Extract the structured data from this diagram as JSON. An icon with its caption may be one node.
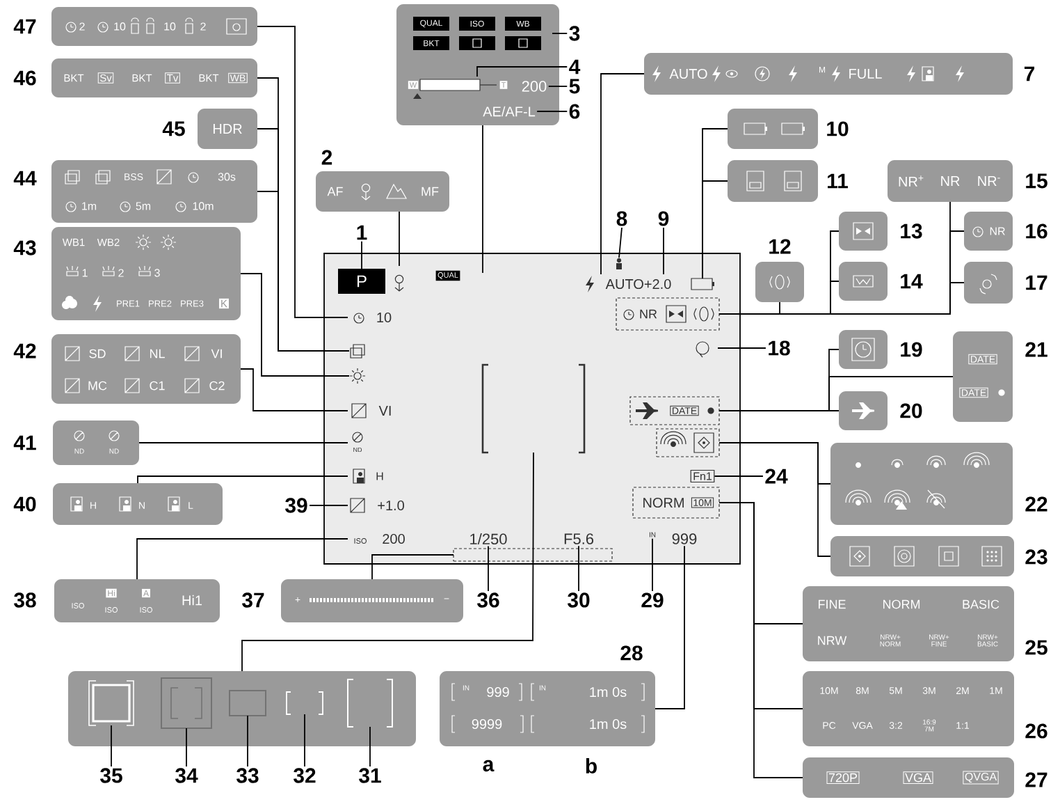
{
  "diagram": {
    "nodes": [
      {
        "text": [
          "2",
          "10",
          "10",
          "2"
        ],
        "beside": [
          "47"
        ]
      },
      {
        "text": [
          "BKT",
          "Sv",
          "BKT",
          "Tv",
          "BKT",
          "WB"
        ],
        "beside": [
          "46"
        ]
      },
      {
        "text": [
          "HDR"
        ],
        "beside": [
          "45"
        ]
      },
      {
        "text": [
          "BSS",
          "30s",
          "1m",
          "5m",
          "10m"
        ],
        "beside": [
          "44"
        ]
      },
      {
        "text": [
          "WB1",
          "WB2",
          "1",
          "2",
          "3",
          "PRE1",
          "PRE2",
          "PRE3",
          "K"
        ],
        "beside": [
          "43"
        ]
      },
      {
        "text": [
          "SD",
          "NL",
          "VI",
          "MC",
          "C1",
          "C2"
        ],
        "beside": [
          "42"
        ]
      },
      {
        "text": [
          "ND",
          "ND"
        ],
        "beside": [
          "41"
        ]
      },
      {
        "text": [
          "H",
          "N",
          "L"
        ],
        "beside": [
          "40"
        ]
      },
      {
        "text": [
          "39"
        ]
      },
      {
        "text": [
          "ISO",
          "Hi",
          "ISO",
          "A",
          "ISO",
          "Hi1"
        ],
        "beside": [
          "38"
        ]
      },
      {
        "text": [
          "+",
          "−"
        ],
        "beside": [
          "37"
        ]
      },
      {
        "text": [
          "AF",
          "MF"
        ],
        "beside": [
          "2"
        ]
      },
      {
        "text": [
          "1"
        ]
      },
      {
        "text": [],
        "shape": "box"
      },
      {
        "text": [
          "QUAL",
          "ISO",
          "WB",
          "BKT"
        ],
        "in": 13
      },
      {
        "text": [
          "W",
          "T"
        ],
        "in": 13
      },
      {
        "text": [
          "200"
        ],
        "in": 13
      },
      {
        "text": [
          "AE/AF-L"
        ],
        "in": 13
      },
      {
        "text": [
          "3"
        ]
      },
      {
        "text": [
          "4"
        ]
      },
      {
        "text": [
          "5"
        ]
      },
      {
        "text": [
          "6"
        ]
      },
      {
        "text": [
          "AUTO",
          "M",
          "FULL"
        ],
        "beside": [
          "7"
        ]
      },
      {
        "text": [
          "8"
        ]
      },
      {
        "text": [
          "9"
        ]
      },
      {
        "text": [],
        "shape": "box",
        "beside": [
          "10"
        ]
      },
      {
        "text": [],
        "shape": "box",
        "beside": [
          "11"
        ]
      },
      {
        "text": [],
        "shape": "box",
        "beside": [
          "12"
        ]
      },
      {
        "text": [],
        "shape": "box",
        "beside": [
          "13"
        ]
      },
      {
        "text": [],
        "shape": "box",
        "beside": [
          "14"
        ]
      },
      {
        "text": [
          "NR$^{+}$",
          "NR",
          "NR$^{-}$"
        ],
        "beside": [
          "15"
        ]
      },
      {
        "text": [
          "NR"
        ],
        "beside": [
          "16"
        ]
      },
      {
        "text": [],
        "shape": "box",
        "beside": [
          "17"
        ]
      },
      {
        "text": [
          "18"
        ]
      },
      {
        "text": [],
        "shape": "box",
        "beside": [
          "19"
        ]
      },
      {
        "text": [],
        "shape": "box",
        "beside": [
          "20"
        ]
      },
      {
        "text": [
          "DATE",
          "DATE"
        ],
        "beside": [
          "21"
        ]
      },
      {
        "text": [],
        "shape": "box",
        "beside": [
          "22"
        ]
      },
      {
        "text": [],
        "shape": "box",
        "beside": [
          "23"
        ]
      },
      {
        "text": [
          "24"
        ]
      },
      {
        "text": [
          "FINE",
          "NORM",
          "BASIC",
          "NRW",
          "NRW+ NORM",
          "NRW+ FINE",
          "NRW+ BASIC"
        ],
        "beside": [
          "25"
        ]
      },
      {
        "text": [
          "10M",
          "8M",
          "5M",
          "3M",
          "2M",
          "1M",
          "PC",
          "VGA",
          "3:2",
          "16:9 7M",
          "1:1"
        ],
        "beside": [
          "26"
        ]
      },
      {
        "text": [
          "720P",
          "VGA",
          "QVGA"
        ],
        "beside": [
          "27"
        ]
      },
      {
        "text": [
          "IN",
          "999",
          "IN",
          "1m 0s",
          "9999",
          "1m 0s"
        ],
        "beside": [
          "28",
          "a",
          "b"
        ]
      },
      {
        "text": [
          "29"
        ]
      },
      {
        "text": [
          "30"
        ]
      },
      {
        "text": [
          "36"
        ]
      },
      {
        "text": [],
        "shape": "box"
      },
      {
        "text": [],
        "shape": "box",
        "in": 47
      },
      {
        "text": [],
        "shape": "box",
        "in": 47
      },
      {
        "text": [],
        "shape": "box",
        "in": 47
      },
      {
        "text": [],
        "shape": "box",
        "in": 47
      },
      {
        "text": [],
        "shape": "box",
        "in": 47
      },
      {
        "text": [
          "35"
        ]
      },
      {
        "text": [
          "34"
        ]
      },
      {
        "text": [
          "33"
        ]
      },
      {
        "text": [
          "32"
        ]
      },
      {
        "text": [
          "31"
        ]
      },
      {
        "text": [],
        "shape": "box"
      },
      {
        "text": [
          "P"
        ],
        "in": 58
      },
      {
        "text": [],
        "shape": "flower",
        "in": 58
      },
      {
        "text": [
          "10"
        ],
        "in": 58
      },
      {
        "text": [],
        "shape": "box",
        "in": 58
      },
      {
        "text": [],
        "shape": "sun",
        "in": 58
      },
      {
        "text": [
          "VI"
        ],
        "in": 58
      },
      {
        "text": [
          "ND"
        ],
        "in": 58
      },
      {
        "text": [
          "H"
        ],
        "in": 58
      },
      {
        "text": [
          "+1.0"
        ],
        "in": 58
      },
      {
        "text": [
          "ISO",
          "200"
        ],
        "in": 58
      },
      {
        "text": [
          "1/250"
        ],
        "in": 58
      },
      {
        "text": [
          "F5.6"
        ],
        "in": 58
      },
      {
        "text": [],
        "shape": "box",
        "in": 58
      },
      {
        "text": [
          "IN"
        ],
        "in": 58
      },
      {
        "text": [
          "999"
        ],
        "in": 58
      },
      {
        "text": [],
        "shape": "bracket",
        "in": 58
      },
      {
        "text": [],
        "shape": "box",
        "in": 58
      },
      {
        "text": [
          "AUTO+2.0"
        ],
        "in": 58
      },
      {
        "text": [],
        "shape": "battery",
        "in": 58
      },
      {
        "text": [
          "NR"
        ],
        "in": 58
      },
      {
        "text": [],
        "shape": "box",
        "in": 58
      },
      {
        "text": [
          "DATE"
        ],
        "in": 58
      },
      {
        "text": [],
        "shape": "box",
        "in": 58
      },
      {
        "text": [
          "Fn1"
        ],
        "in": 58
      },
      {
        "text": [
          "NORM",
          "10M"
        ],
        "in": 58
      }
    ],
    "edges": [
      {
        "from": 0,
        "to": 61,
        "arrow": "none"
      },
      {
        "from": 1,
        "to": 62,
        "arrow": "none"
      },
      {
        "from": 2,
        "to": 62,
        "arrow": "none"
      },
      {
        "from": 3,
        "to": 62,
        "arrow": "none"
      },
      {
        "from": 4,
        "to": 63,
        "arrow": "none"
      },
      {
        "from": 5,
        "to": 64,
        "arrow": "none"
      },
      {
        "from": 6,
        "to": 65,
        "arrow": "none"
      },
      {
        "from": 7,
        "to": 66,
        "arrow": "none"
      },
      {
        "from": 8,
        "to": 67,
        "arrow": "none"
      },
      {
        "from": 9,
        "to": 68,
        "arrow": "none"
      },
      {
        "from": 10,
        "to": 71,
        "arrow": "none"
      },
      {
        "from": 11,
        "to": 60,
        "arrow": "none"
      },
      {
        "from": 12,
        "to": 59,
        "arrow": "none"
      },
      {
        "from": 13,
        "to": null,
        "arrow": "none"
      },
      {
        "from": 18,
        "to": 14,
        "arrow": "none"
      },
      {
        "from": 19,
        "to": 15,
        "arrow": "none"
      },
      {
        "from": 20,
        "to": 16,
        "arrow": "none"
      },
      {
        "from": 21,
        "to": 17,
        "arrow": "none"
      },
      {
        "from": 22,
        "to": 76,
        "arrow": "none"
      },
      {
        "from": 23,
        "to": 75,
        "arrow": "none"
      },
      {
        "from": 24,
        "to": 76,
        "arrow": "none"
      },
      {
        "from": 25,
        "to": 77,
        "arrow": "none"
      },
      {
        "from": 26,
        "to": 77,
        "arrow": "none"
      },
      {
        "from": 27,
        "to": 78,
        "arrow": "none"
      },
      {
        "from": 28,
        "to": 78,
        "arrow": "none"
      },
      {
        "from": 29,
        "to": 78,
        "arrow": "none"
      },
      {
        "from": 30,
        "to": 78,
        "arrow": "none"
      },
      {
        "from": 31,
        "to": 78,
        "arrow": "none"
      },
      {
        "from": 32,
        "to": 78,
        "arrow": "none"
      },
      {
        "from": 33,
        "to": 79,
        "arrow": "none"
      },
      {
        "from": 34,
        "to": 80,
        "arrow": "none"
      },
      {
        "from": 35,
        "to": 80,
        "arrow": "none"
      },
      {
        "from": 36,
        "to": 80,
        "arrow": "none"
      },
      {
        "from": 37,
        "to": 81,
        "arrow": "none"
      },
      {
        "from": 38,
        "to": 81,
        "arrow": "none"
      },
      {
        "from": 39,
        "to": 82,
        "arrow": "none"
      },
      {
        "from": 40,
        "to": 83,
        "arrow": "none"
      },
      {
        "from": 41,
        "to": 83,
        "arrow": "none"
      },
      {
        "from": 42,
        "to": 83,
        "arrow": "none"
      },
      {
        "from": 43,
        "to": 73,
        "arrow": "none"
      },
      {
        "from": 44,
        "to": 72,
        "arrow": "none"
      },
      {
        "from": 45,
        "to": 70,
        "arrow": "none"
      },
      {
        "from": 46,
        "to": 69,
        "arrow": "none"
      },
      {
        "from": 47,
        "to": 74,
        "arrow": "none"
      },
      {
        "from": 53,
        "to": 48,
        "arrow": "none"
      },
      {
        "from": 54,
        "to": 49,
        "arrow": "none"
      },
      {
        "from": 55,
        "to": 50,
        "arrow": "none"
      },
      {
        "from": 56,
        "to": 51,
        "arrow": "none"
      },
      {
        "from": 57,
        "to": 52,
        "arrow": "none"
      }
    ],
    "labels": [
      "QUAL"
    ]
  }
}
